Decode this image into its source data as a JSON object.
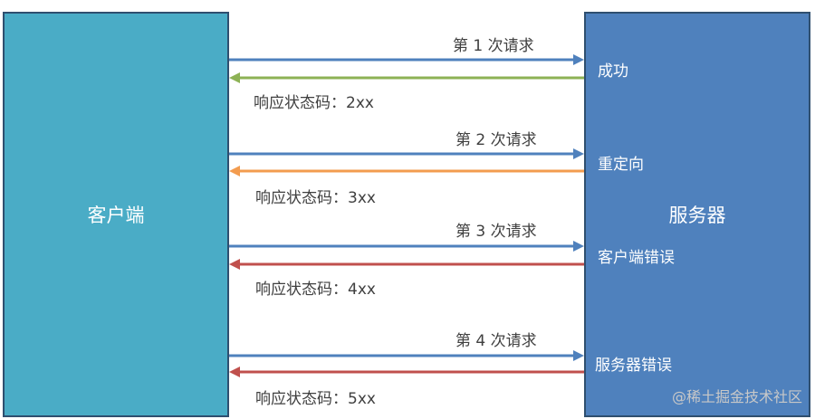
{
  "client": {
    "label": "客户端",
    "color": "#4aacc6"
  },
  "server": {
    "label": "服务器",
    "color": "#4f81bd"
  },
  "exchanges": [
    {
      "request": "第 1 次请求",
      "result": "成功",
      "response": "响应状态码：2xx",
      "response_color": "#8db255"
    },
    {
      "request": "第 2 次请求",
      "result": "重定向",
      "response": "响应状态码：3xx",
      "response_color": "#f39c4f"
    },
    {
      "request": "第 3 次请求",
      "result": "客户端错误",
      "response": "响应状态码：4xx",
      "response_color": "#c0504d"
    },
    {
      "request": "第 4 次请求",
      "result": "服务器错误",
      "response": "响应状态码：5xx",
      "response_color": "#c0504d"
    }
  ],
  "request_color": "#4f81bd",
  "watermark": "@稀土掘金技术社区"
}
